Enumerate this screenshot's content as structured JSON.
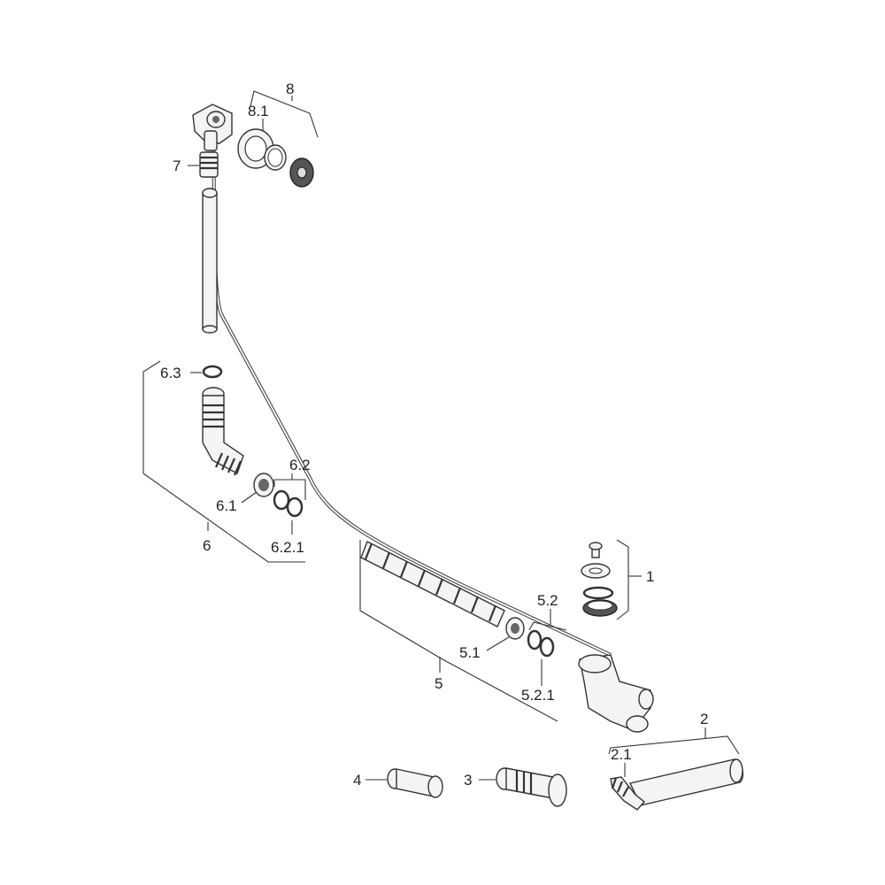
{
  "labels": {
    "l1": "1",
    "l2": "2",
    "l2_1": "2.1",
    "l3": "3",
    "l4": "4",
    "l5": "5",
    "l5_1": "5.1",
    "l5_2": "5.2",
    "l5_2_1": "5.2.1",
    "l6": "6",
    "l6_1": "6.1",
    "l6_2": "6.2",
    "l6_2_1": "6.2.1",
    "l6_3": "6.3",
    "l7": "7",
    "l8": "8",
    "l8_1": "8.1"
  }
}
